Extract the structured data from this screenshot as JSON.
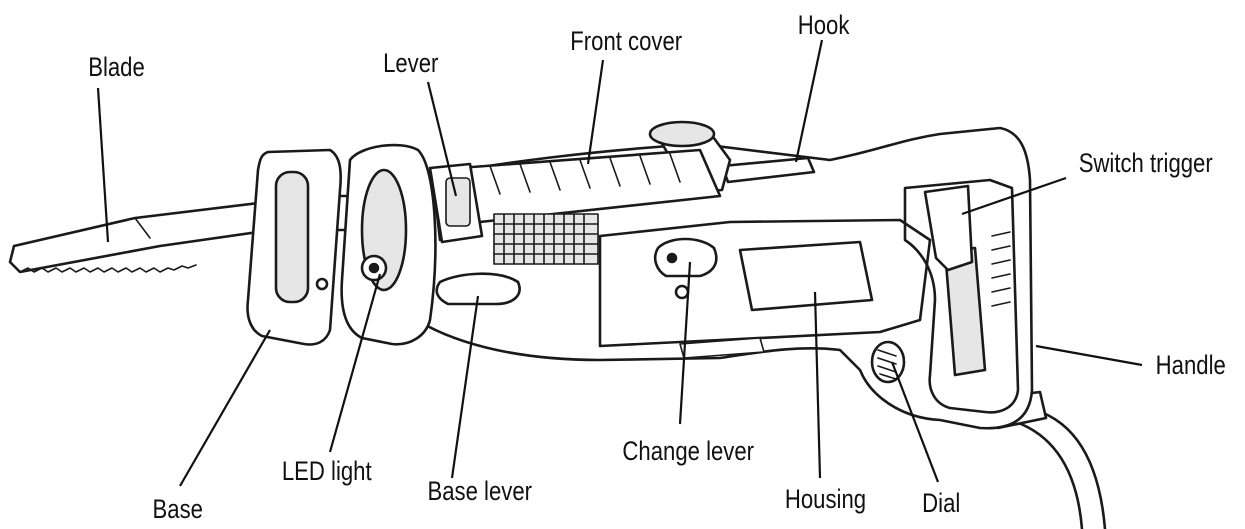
{
  "labels": {
    "blade": "Blade",
    "lever": "Lever",
    "front_cover": "Front cover",
    "hook": "Hook",
    "switch_trigger": "Switch trigger",
    "handle": "Handle",
    "base": "Base",
    "led_light": "LED light",
    "base_lever": "Base lever",
    "change_lever": "Change lever",
    "housing": "Housing",
    "dial": "Dial"
  }
}
